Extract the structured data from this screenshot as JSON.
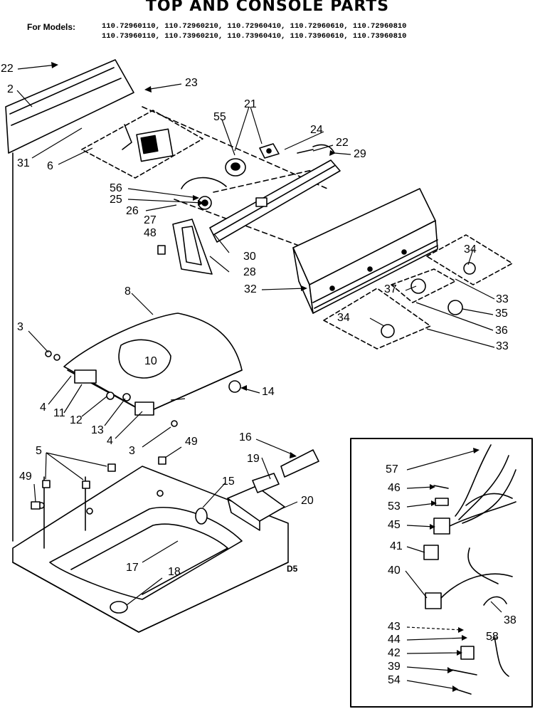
{
  "title": "TOP AND CONSOLE PARTS",
  "models_label": "For Models:",
  "models_line1": "110.72960110, 110.72960210, 110.72960410, 110.72960610, 110.72960810",
  "models_line2": "110.73960110, 110.73960210, 110.73960410, 110.73960610, 110.73960810",
  "diagram_code": "D5",
  "callouts": [
    "22",
    "2",
    "23",
    "55",
    "21",
    "24",
    "22",
    "29",
    "31",
    "6",
    "56",
    "25",
    "26",
    "27",
    "48",
    "30",
    "28",
    "32",
    "34",
    "33",
    "37",
    "35",
    "36",
    "34",
    "33",
    "8",
    "3",
    "10",
    "4",
    "11",
    "12",
    "13",
    "14",
    "4",
    "3",
    "49",
    "5",
    "16",
    "49",
    "19",
    "15",
    "20",
    "17",
    "18",
    "57",
    "46",
    "53",
    "45",
    "41",
    "40",
    "38",
    "43",
    "44",
    "58",
    "42",
    "39",
    "54"
  ]
}
